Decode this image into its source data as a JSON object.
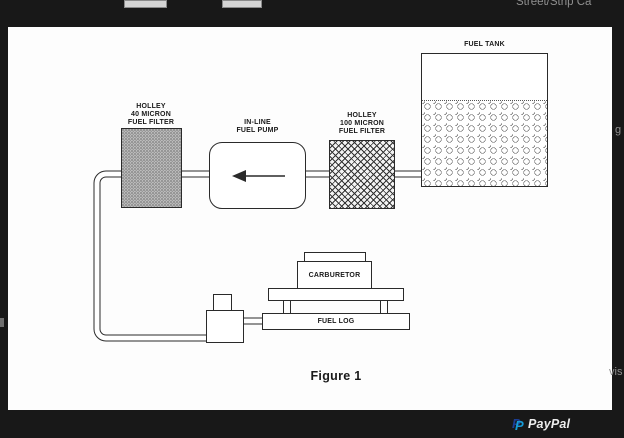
{
  "frame": {
    "top_right_text": "Street/Strip Ca",
    "paypal_text": "PayPal",
    "right_edge_upper": "g",
    "right_edge_lower": "vis"
  },
  "diagram": {
    "caption": "Figure 1",
    "fuel_tank": {
      "label": "FUEL TANK"
    },
    "filter_40": {
      "line1": "HOLLEY",
      "line2": "40 MICRON",
      "line3": "FUEL FILTER"
    },
    "pump": {
      "line1": "IN-LINE",
      "line2": "FUEL PUMP"
    },
    "filter_100": {
      "line1": "HOLLEY",
      "line2": "100 MICRON",
      "line3": "FUEL FILTER"
    },
    "carburetor": {
      "label": "CARBURETOR"
    },
    "fuel_log": {
      "label": "FUEL LOG"
    }
  },
  "colors": {
    "page_bg": "#fdfdfd",
    "frame_bg": "#181818",
    "line_color": "#2a2a2a",
    "paypal_dark_blue": "#1b3d92",
    "paypal_light_blue": "#169bd7"
  }
}
